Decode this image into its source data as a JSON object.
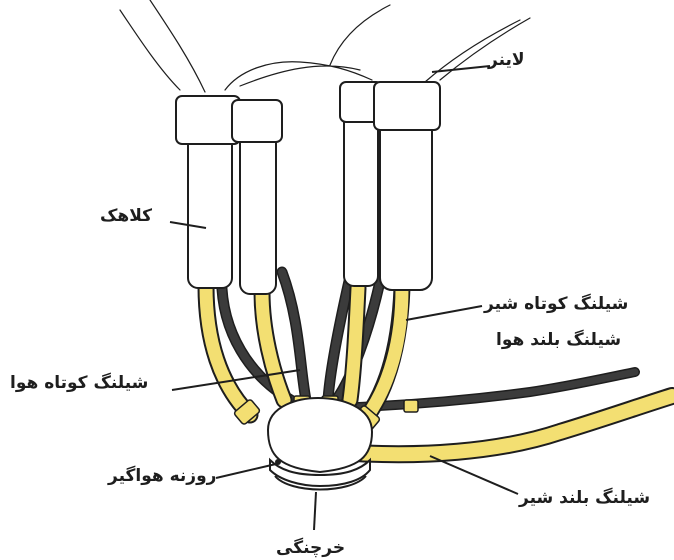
{
  "labels": {
    "liner": "لاینر",
    "cap": "کلاهک",
    "short_milk_tube": "شیلنگ کوتاه شیر",
    "long_air_tube": "شیلنگ بلند هوا",
    "short_air_tube": "شیلنگ کوتاه هوا",
    "air_vent": "روزنه هواگیر",
    "long_milk_tube": "شیلنگ بلند شیر",
    "claw": "خرچنگی"
  },
  "colors": {
    "milk_tube": "#f3df72",
    "air_tube": "#3b3b3b",
    "outline": "#1e1e1e",
    "cup": "#ffffff"
  }
}
